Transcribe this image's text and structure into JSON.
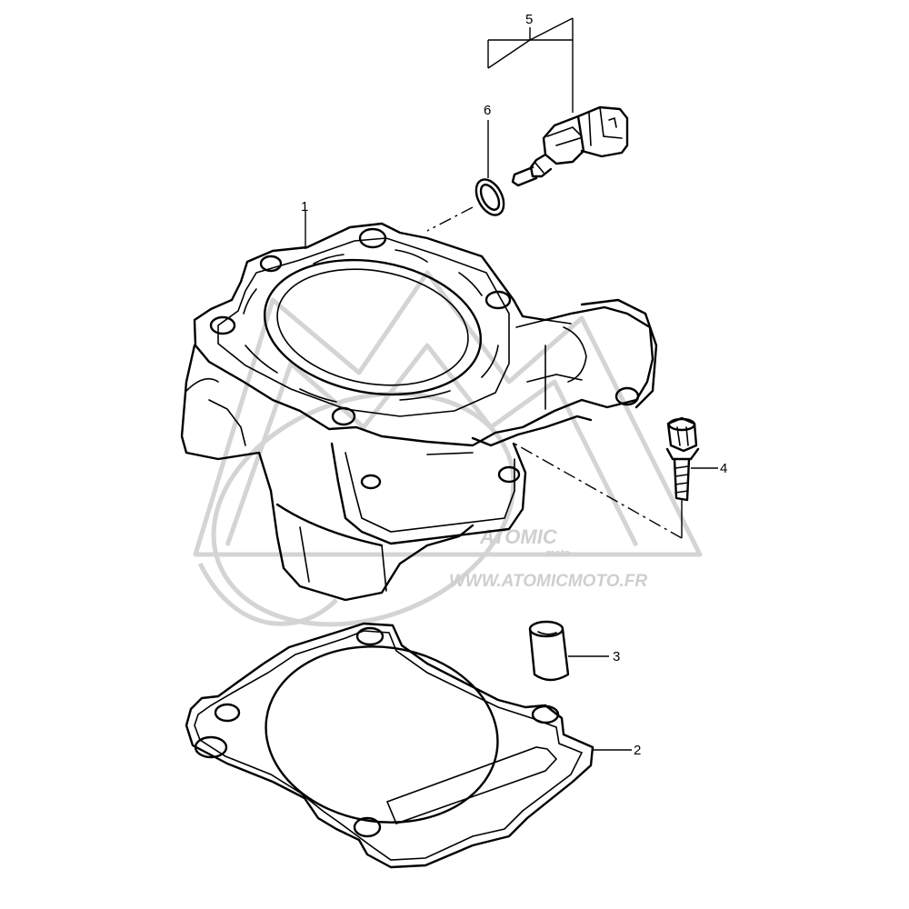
{
  "callouts": {
    "c1": "1",
    "c2": "2",
    "c3": "3",
    "c4": "4",
    "c5": "5",
    "c6": "6"
  },
  "watermark": {
    "brand": "ATOMIC",
    "sub": "moto",
    "url": "WWW.ATOMICMOTO.FR"
  },
  "colors": {
    "line": "#000000",
    "watermark": "#cfcfcf",
    "background": "#ffffff"
  }
}
